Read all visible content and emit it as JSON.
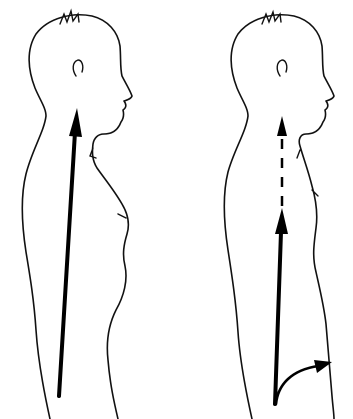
{
  "figure": {
    "panels": [
      {
        "id": "left",
        "arrow_style": "solid",
        "pelvis_rotation_arrow": false
      },
      {
        "id": "right",
        "arrow_style": "solid-then-dashed",
        "pelvis_rotation_arrow": true
      }
    ],
    "colors": {
      "line": "#111111",
      "arrow": "#000000",
      "background": "#ffffff"
    },
    "icons": [
      "human-profile-outline",
      "upward-arrow",
      "curved-arrow"
    ]
  }
}
